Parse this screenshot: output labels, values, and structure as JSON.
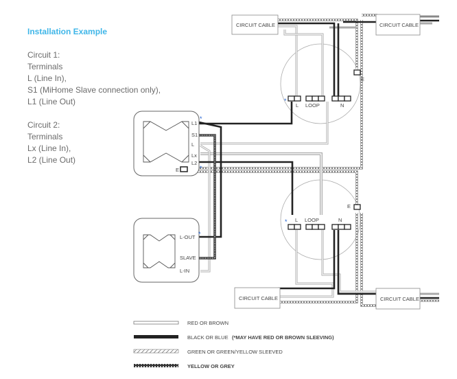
{
  "title": "Installation Example",
  "circuit1": {
    "heading": "Circuit 1:",
    "lines": [
      "Terminals",
      "L (Line In),",
      "S1 (MiHome Slave connection only),",
      "L1 (Line Out)"
    ]
  },
  "circuit2": {
    "heading": "Circuit 2:",
    "lines": [
      "Terminals",
      "Lx (Line In),",
      "L2 (Line Out)"
    ]
  },
  "diagram": {
    "circuit_cable_label": "CIRCUIT CABLE",
    "main_switch_terminals": [
      "L1",
      "S1",
      "L",
      "Lx",
      "L2",
      "E"
    ],
    "slave_switch_terminals": [
      "L-OUT",
      "SLAVE",
      "L-IN"
    ],
    "ceiling_rose_terminals": [
      "L",
      "LOOP",
      "N",
      "E"
    ],
    "star_marker": "*",
    "star_color": "#1f5fd0"
  },
  "legend": [
    {
      "style": "red-brown",
      "label": "RED OR BROWN"
    },
    {
      "style": "black-blue",
      "label": "BLACK OR BLUE",
      "note": "(*MAY HAVE RED OR BROWN SLEEVING)"
    },
    {
      "style": "green-yellow",
      "label": "GREEN OR GREEN/YELLOW SLEEVED"
    },
    {
      "style": "yellow-grey",
      "label": "YELLOW OR GREY"
    }
  ]
}
